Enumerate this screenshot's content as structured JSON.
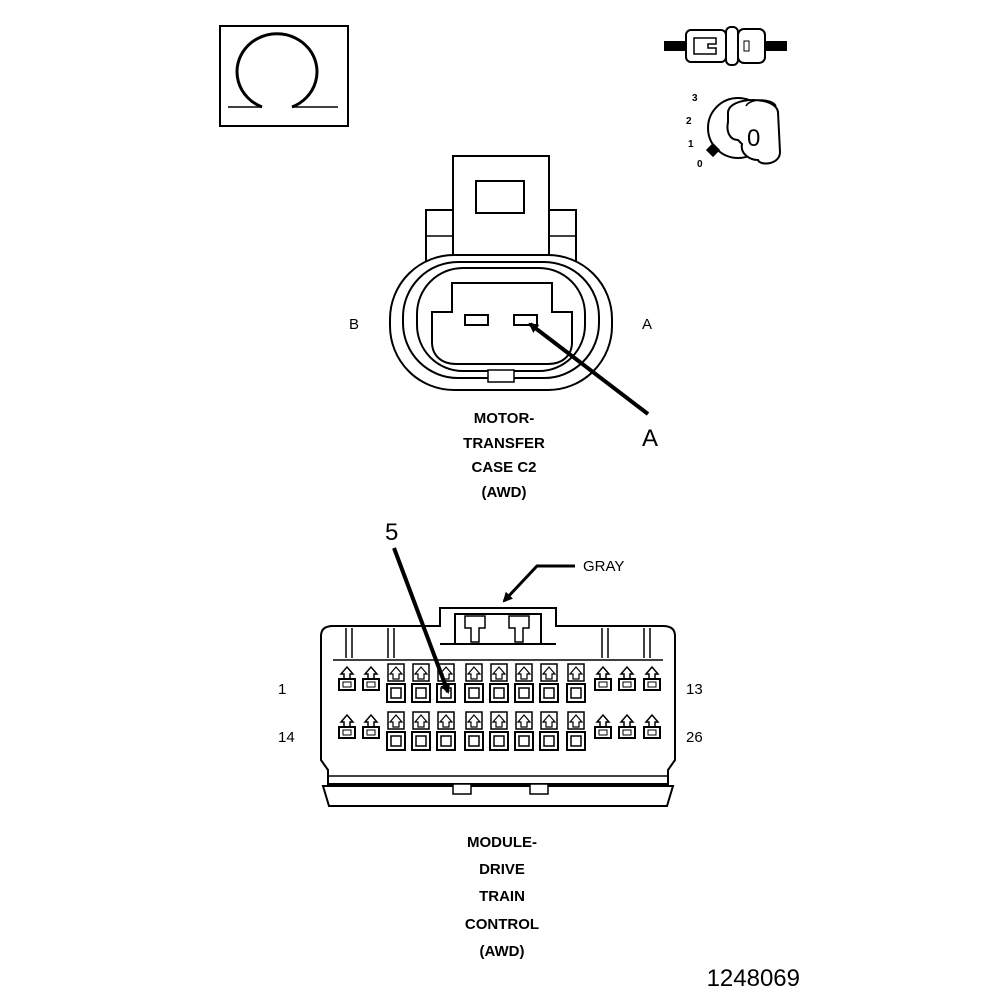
{
  "symbols": {
    "ohm_icon": "ohmmeter-symbol-icon",
    "switch_icon": "ignition-key-switch-icon",
    "key_positions": [
      "3",
      "2",
      "1",
      "0"
    ],
    "key_label": "0"
  },
  "top_connector": {
    "side_left": "B",
    "side_right": "A",
    "callout": "A",
    "caption": [
      "MOTOR-",
      "TRANSFER",
      "CASE C2",
      "(AWD)"
    ]
  },
  "bottom_connector": {
    "pointer_label": "5",
    "color_label": "GRAY",
    "pin_row1_start": "1",
    "pin_row1_end": "13",
    "pin_row2_start": "14",
    "pin_row2_end": "26",
    "caption": [
      "MODULE-",
      "DRIVE",
      "TRAIN",
      "CONTROL",
      "(AWD)"
    ]
  },
  "figure_id": "1248069"
}
